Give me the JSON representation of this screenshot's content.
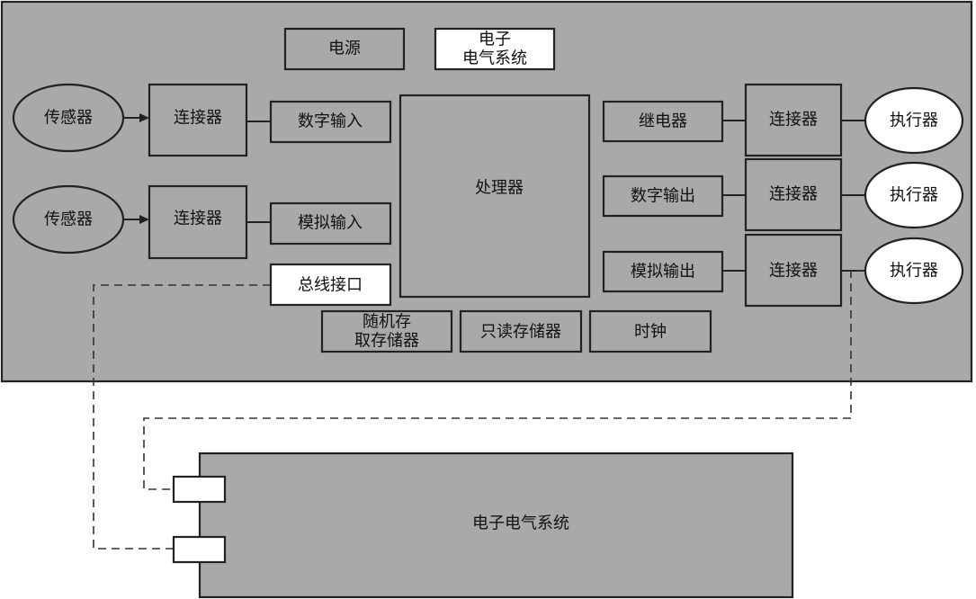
{
  "labels": {
    "power": "电源",
    "ees_top_line1": "电子",
    "ees_top_line2": "电气系统",
    "sensor1": "传感器",
    "sensor2": "传感器",
    "connector_in1": "连接器",
    "connector_in2": "连接器",
    "digital_input": "数字输入",
    "analog_input": "模拟输入",
    "bus_interface": "总线接口",
    "processor": "处理器",
    "relay": "继电器",
    "digital_output": "数字输出",
    "analog_output": "模拟输出",
    "connector_out1": "连接器",
    "connector_out2": "连接器",
    "connector_out3": "连接器",
    "actuator1": "执行器",
    "actuator2": "执行器",
    "actuator3": "执行器",
    "ram_line1": "随机存",
    "ram_line2": "取存储器",
    "rom": "只读存储器",
    "clock": "时钟",
    "ees_bottom": "电子电气系统"
  },
  "colors": {
    "panel": "#a9a9a9",
    "box_gray": "#a9a9a9",
    "box_white": "#ffffff",
    "stroke": "#222222"
  }
}
